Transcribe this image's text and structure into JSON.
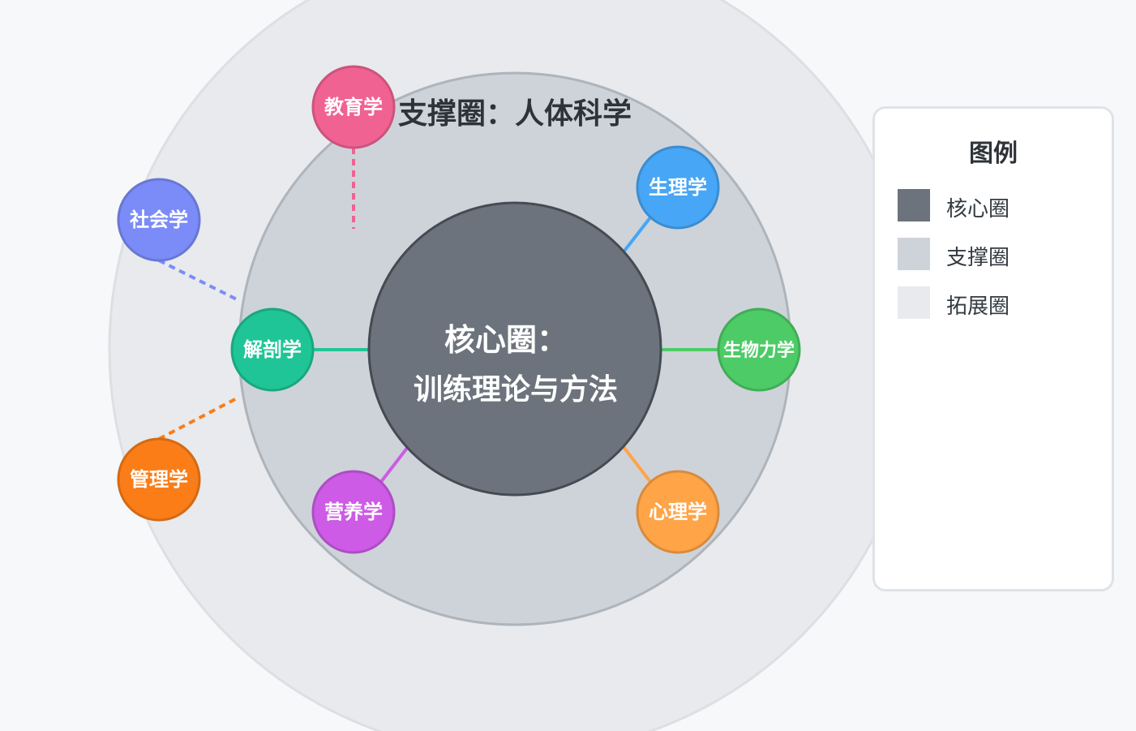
{
  "diagram": {
    "core": {
      "line1": "核心圈：",
      "line2": "训练理论与方法",
      "color": "#6c737c"
    },
    "support": {
      "label": "支撑圈：人体科学",
      "color": "#ced3da"
    },
    "expansion": {
      "color": "#e8eaed"
    },
    "nodes": [
      {
        "id": "jiaoyuxue",
        "label": "教育学",
        "color": "#f06292",
        "ring": "expansion",
        "link": "dashed"
      },
      {
        "id": "shehuixue",
        "label": "社会学",
        "color": "#7b8cf8",
        "ring": "expansion",
        "link": "dashed"
      },
      {
        "id": "guanlixue",
        "label": "管理学",
        "color": "#fa7d18",
        "ring": "expansion",
        "link": "dashed"
      },
      {
        "id": "shenglixue",
        "label": "生理学",
        "color": "#47a6f5",
        "ring": "support",
        "link": "solid"
      },
      {
        "id": "shengwulixue",
        "label": "生物力学",
        "color": "#4dcb66",
        "ring": "support",
        "link": "solid"
      },
      {
        "id": "xinlixue",
        "label": "心理学",
        "color": "#ffa447",
        "ring": "support",
        "link": "solid"
      },
      {
        "id": "yingyangxue",
        "label": "营养学",
        "color": "#cd5be6",
        "ring": "support",
        "link": "solid"
      },
      {
        "id": "jiepouxue",
        "label": "解剖学",
        "color": "#1fc596",
        "ring": "support",
        "link": "solid"
      }
    ]
  },
  "legend": {
    "title": "图例",
    "items": [
      {
        "label": "核心圈",
        "color": "#6c737c"
      },
      {
        "label": "支撑圈",
        "color": "#ced3da"
      },
      {
        "label": "拓展圈",
        "color": "#e8eaed"
      }
    ]
  }
}
